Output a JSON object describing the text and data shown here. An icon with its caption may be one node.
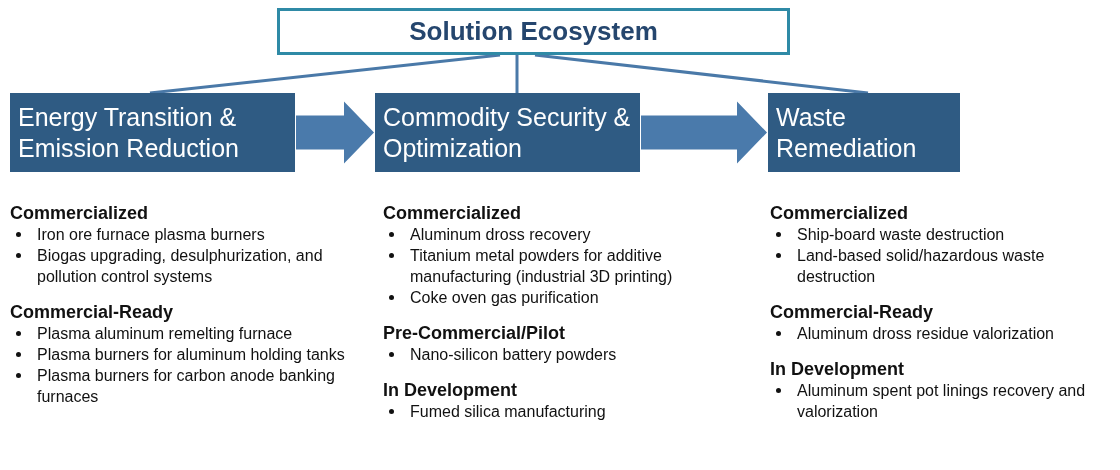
{
  "diagram": {
    "nodes": [
      {
        "text": [
          "Solution Ecosystem"
        ]
      },
      {
        "text": [
          "Energy Transition & Emission Reduction"
        ]
      },
      {
        "text": [
          "Commodity Security & Optimization"
        ]
      },
      {
        "text": [
          "Waste Remediation"
        ]
      }
    ],
    "edges": [
      {
        "from": 0,
        "to": 1,
        "arrow": "none"
      },
      {
        "from": 0,
        "to": 2,
        "arrow": "none"
      },
      {
        "from": 0,
        "to": 3,
        "arrow": "none"
      },
      {
        "from": 1,
        "to": 2,
        "arrow": "to",
        "style": "thick"
      },
      {
        "from": 2,
        "to": 3,
        "arrow": "to",
        "style": "thick"
      }
    ],
    "labels": [
      "Commercialized",
      "Iron ore furnace plasma burners",
      "Biogas upgrading, desulphurization, and pollution control systems",
      "Commercial-Ready",
      "Plasma aluminum remelting furnace",
      "Plasma burners for aluminum holding tanks",
      "Plasma burners for carbon anode banking furnaces",
      "Commercialized",
      "Aluminum dross recovery",
      "Titanium metal powders for additive manufacturing (industrial 3D printing)",
      "Coke oven gas purification",
      "Pre-Commercial/Pilot",
      "Nano-silicon battery powders",
      "In Development",
      "Fumed silica manufacturing",
      "Commercialized",
      "Ship-board waste destruction",
      "Land-based solid/hazardous waste destruction",
      "Commercial-Ready",
      "Aluminum dross residue valorization",
      "In Development",
      "Aluminum spent pot linings recovery and valorization"
    ]
  }
}
